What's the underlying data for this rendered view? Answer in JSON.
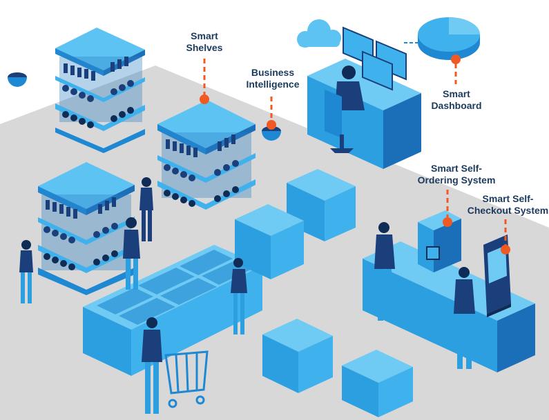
{
  "labels": {
    "smart_shelves": [
      "Smart",
      "Shelves"
    ],
    "business_intelligence": [
      "Business",
      "Intelligence"
    ],
    "smart_dashboard": [
      "Smart",
      "Dashboard"
    ],
    "self_ordering": [
      "Smart Self-",
      "Ordering System"
    ],
    "self_checkout": [
      "Smart Self-",
      "Checkout System"
    ]
  },
  "colors": {
    "floor": "#d8d8d8",
    "light_blue": "#3fb1ec",
    "mid_blue": "#1e88d2",
    "dark_blue": "#1a3f7a",
    "navy": "#0f2c57",
    "accent_orange": "#f05a22",
    "label_text": "#1b3a5c"
  },
  "icons": [
    "cloud-icon",
    "pie-chart-icon",
    "camera-icon",
    "shopping-cart-icon"
  ]
}
